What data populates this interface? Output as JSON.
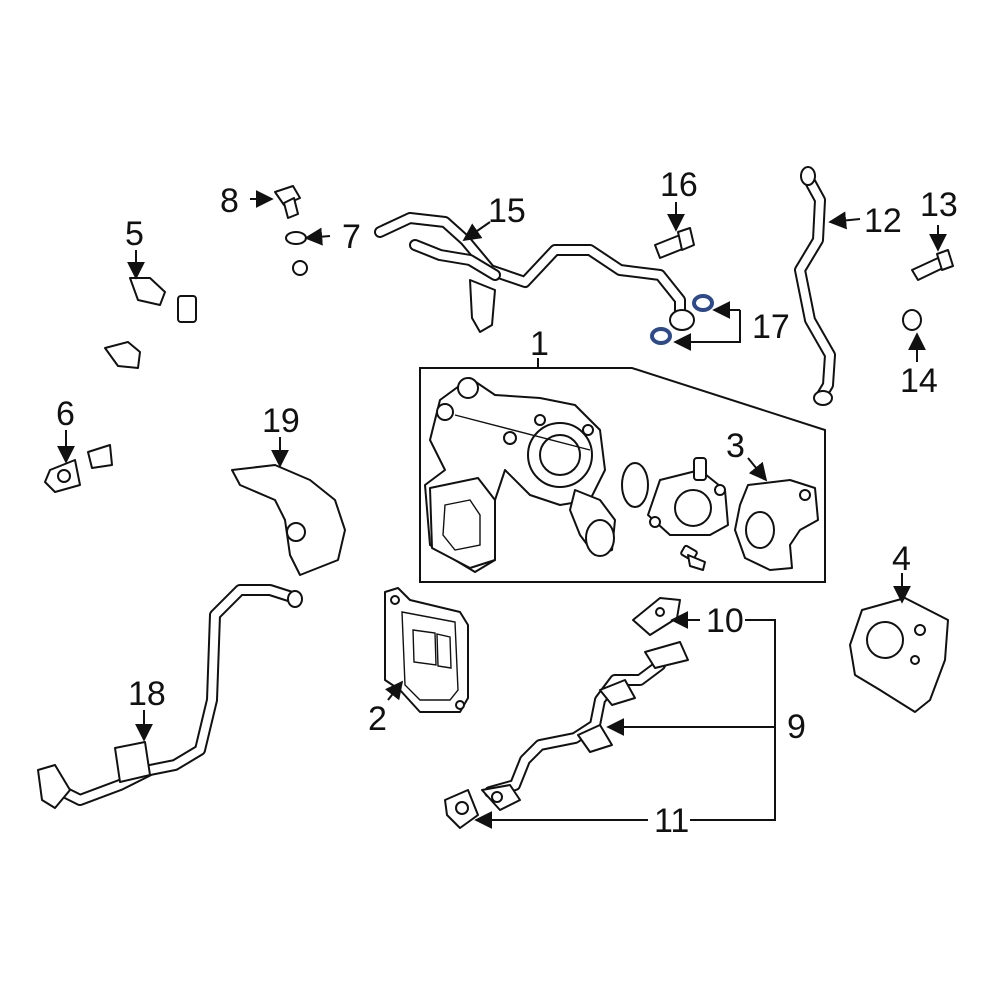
{
  "diagram": {
    "callouts": [
      {
        "id": "1",
        "label": "1"
      },
      {
        "id": "2",
        "label": "2"
      },
      {
        "id": "3",
        "label": "3"
      },
      {
        "id": "4",
        "label": "4"
      },
      {
        "id": "5",
        "label": "5"
      },
      {
        "id": "6",
        "label": "6"
      },
      {
        "id": "7",
        "label": "7"
      },
      {
        "id": "8",
        "label": "8"
      },
      {
        "id": "9",
        "label": "9"
      },
      {
        "id": "10",
        "label": "10"
      },
      {
        "id": "11",
        "label": "11"
      },
      {
        "id": "12",
        "label": "12"
      },
      {
        "id": "13",
        "label": "13"
      },
      {
        "id": "14",
        "label": "14"
      },
      {
        "id": "15",
        "label": "15"
      },
      {
        "id": "16",
        "label": "16"
      },
      {
        "id": "17",
        "label": "17"
      },
      {
        "id": "18",
        "label": "18"
      },
      {
        "id": "19",
        "label": "19"
      }
    ],
    "colors": {
      "ink": "#111111",
      "highlight_seal": "#2d4a8a",
      "background": "#ffffff"
    }
  }
}
